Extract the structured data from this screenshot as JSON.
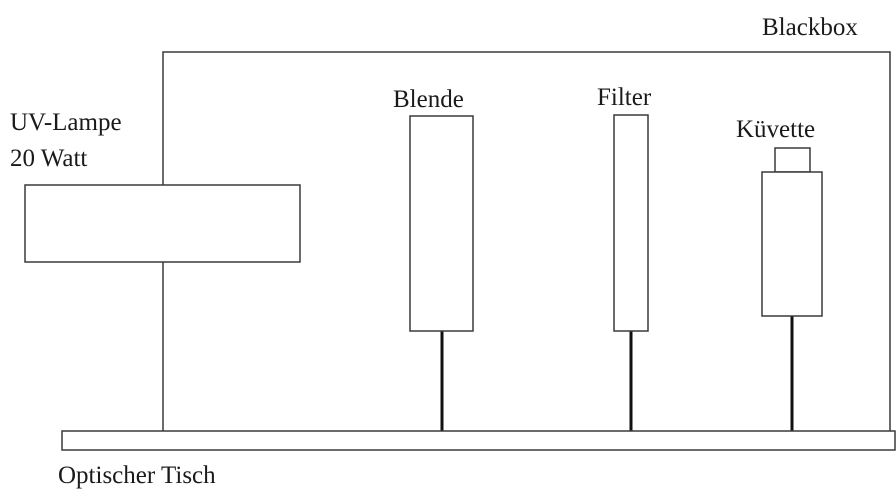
{
  "labels": {
    "blackbox": "Blackbox",
    "uv_lamp_line1": "UV-Lampe",
    "uv_lamp_line2": "20 Watt",
    "aperture": "Blende",
    "filter": "Filter",
    "cuvette": "Küvette",
    "optical_table": "Optischer Tisch"
  },
  "colors": {
    "line": "#3a3a3a",
    "post": "#111111",
    "text": "#1a1a1a"
  }
}
